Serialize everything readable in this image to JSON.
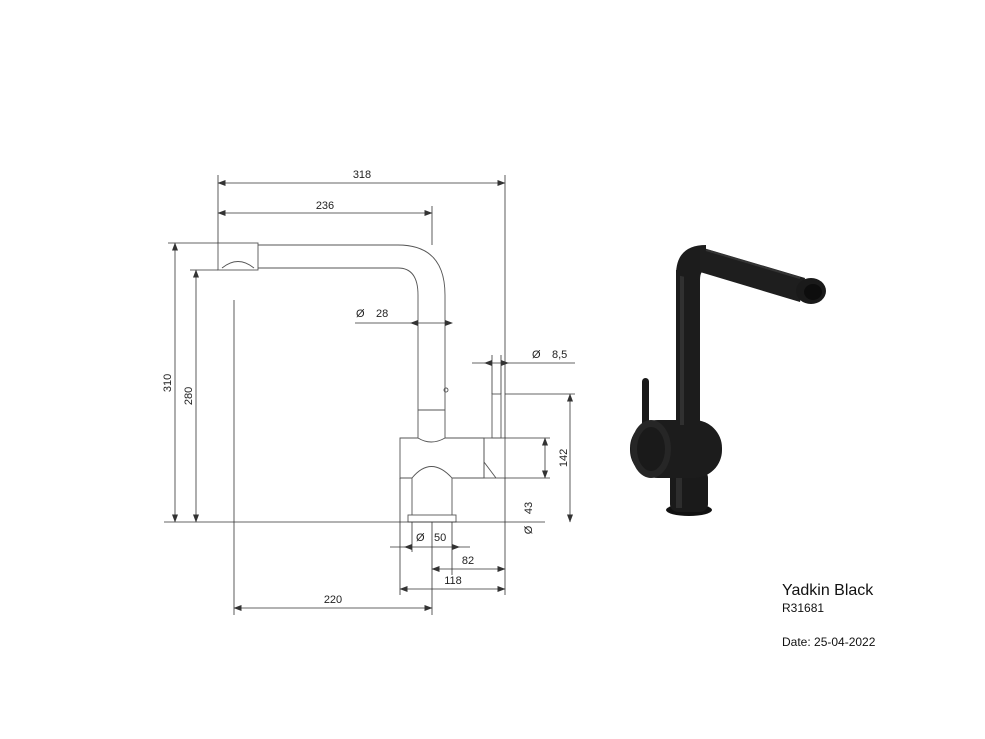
{
  "drawing": {
    "dimensions": {
      "overall_width": "318",
      "spout_reach": "236",
      "spout_diameter": "28",
      "lever_diameter": "8,5",
      "overall_height": "310",
      "spout_height": "280",
      "lever_height": "142",
      "body_diameter": "43",
      "base_diameter": "50",
      "base_offset": "82",
      "body_width": "118",
      "clearance": "220"
    },
    "diameter_symbol": "Ø"
  },
  "title_block": {
    "product_name": "Yadkin Black",
    "product_code": "R31681",
    "date": "Date: 25-04-2022"
  },
  "colors": {
    "product_finish": "#1a1a1a",
    "line": "#333333"
  }
}
